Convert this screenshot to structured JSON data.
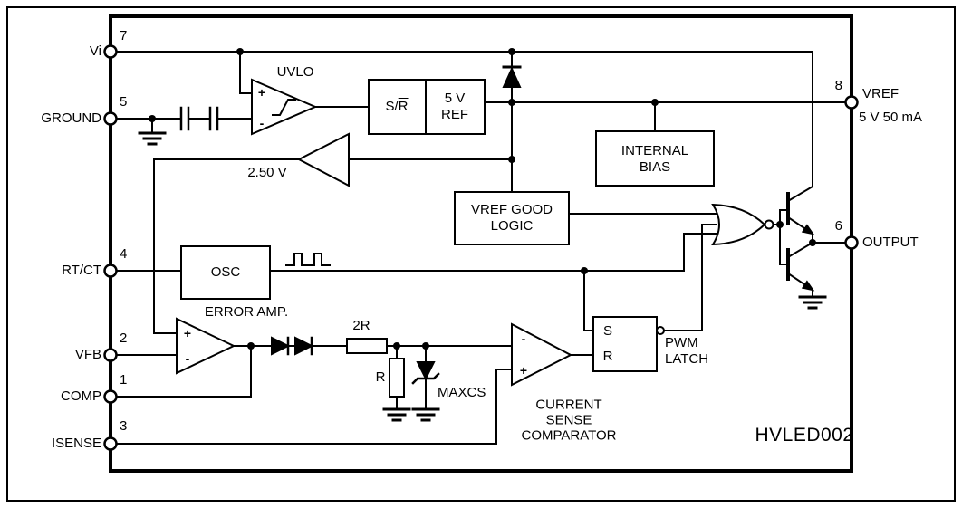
{
  "part_label": "HVLED002",
  "pins": {
    "vi": {
      "number": "7",
      "label": "Vi"
    },
    "ground": {
      "number": "5",
      "label": "GROUND"
    },
    "rtct": {
      "number": "4",
      "label": "RT/CT"
    },
    "vfb": {
      "number": "2",
      "label": "VFB"
    },
    "comp": {
      "number": "1",
      "label": "COMP"
    },
    "isense": {
      "number": "3",
      "label": "ISENSE"
    },
    "vref": {
      "number": "8",
      "label": "VREF",
      "detail": "5 V  50 mA"
    },
    "output": {
      "number": "6",
      "label": "OUTPUT"
    }
  },
  "blocks": {
    "uvlo": "UVLO",
    "sr_prefix": "S/",
    "sr_overbar": "R",
    "ref_5v": "5 V\nREF",
    "internal_bias": "INTERNAL\nBIAS",
    "vref_good_logic": "VREF GOOD\nLOGIC",
    "osc": "OSC",
    "ref_2v5": "2.50 V",
    "error_amp": "ERROR AMP.",
    "res_2r": "2R",
    "res_r": "R",
    "maxcs": "MAXCS",
    "comparator": "CURRENT\nSENSE\nCOMPARATOR",
    "latch_s": "S",
    "latch_r": "R",
    "pwm_latch": "PWM\nLATCH",
    "plus": "+",
    "minus": "-"
  }
}
